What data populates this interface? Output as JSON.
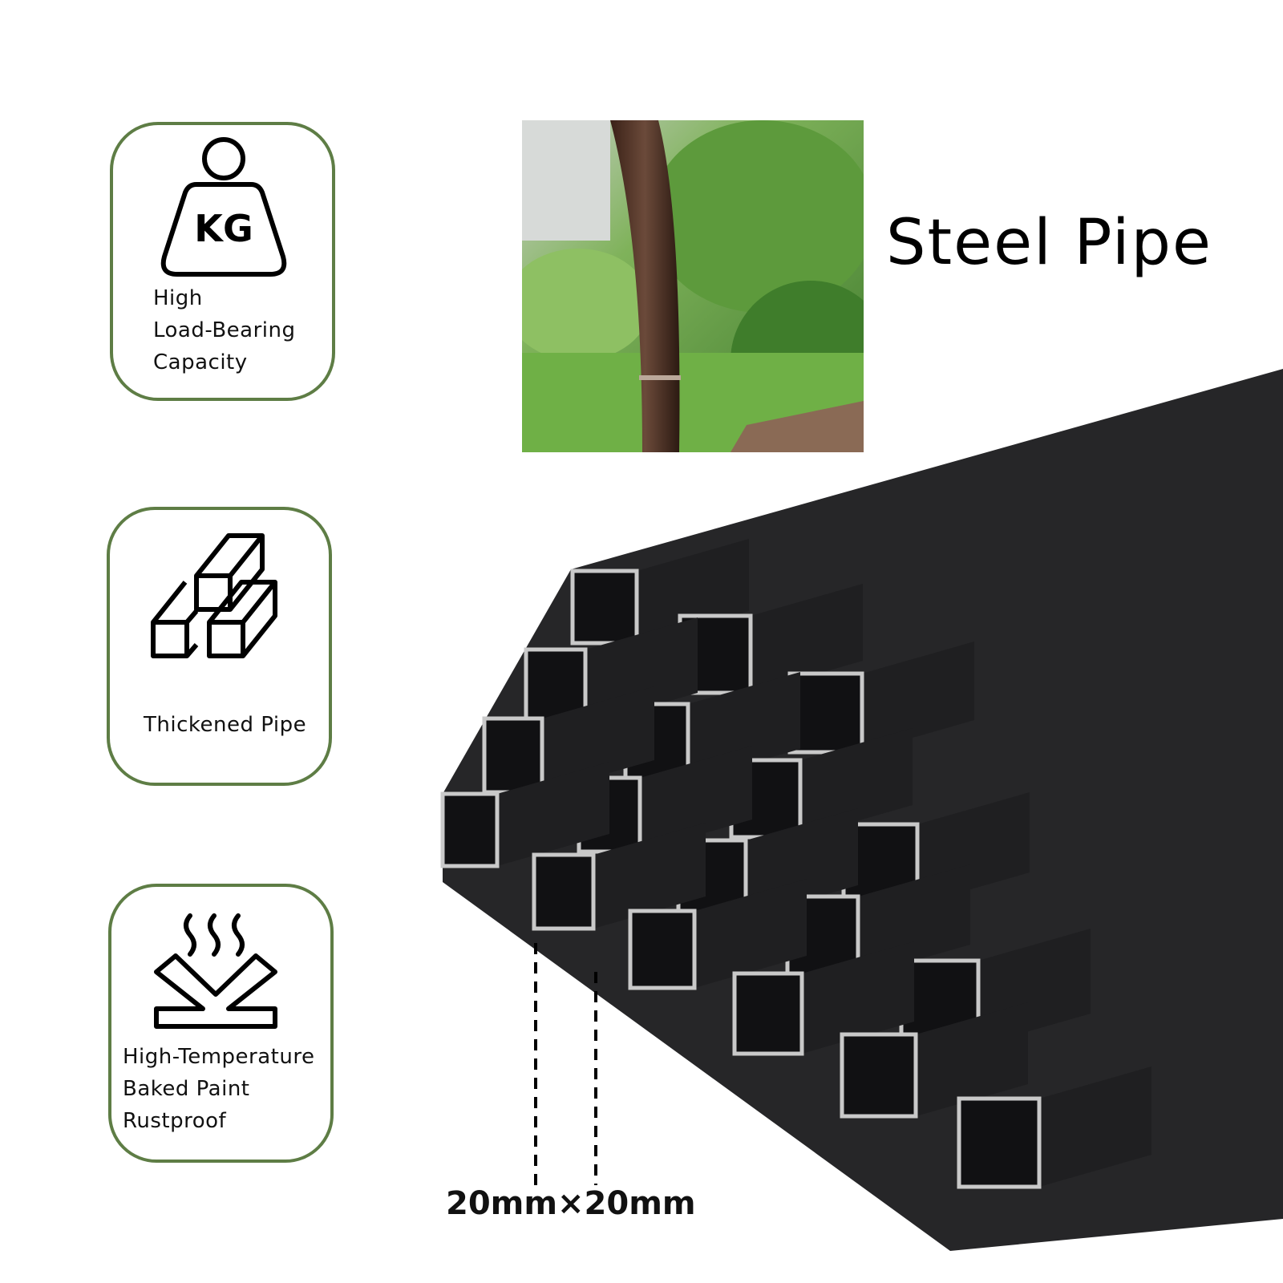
{
  "title": "Steel Pipe",
  "colors": {
    "card_border": "#5e7d45",
    "pipe_body": "#2b2b2d",
    "pipe_edge": "#c9c9c9"
  },
  "features": [
    {
      "icon": "weight-kg-icon",
      "icon_text": "KG",
      "lines": [
        "High",
        "Load-Bearing",
        "Capacity"
      ]
    },
    {
      "icon": "stacked-square-tubes-icon",
      "lines": [
        "Thickened Pipe"
      ]
    },
    {
      "icon": "heat-baking-icon",
      "lines": [
        "High-Temperature",
        "Baked Paint",
        "Rustproof"
      ]
    }
  ],
  "dimension_label": "20mm×20mm"
}
